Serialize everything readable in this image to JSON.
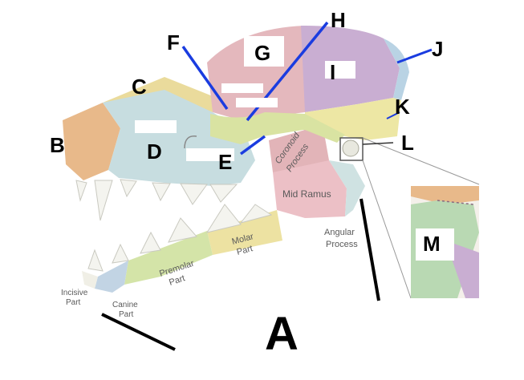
{
  "labels": {
    "b": "B",
    "c": "C",
    "d": "D",
    "e": "E",
    "f": "F",
    "g": "G",
    "h": "H",
    "i": "I",
    "j": "J",
    "k": "K",
    "l": "L",
    "m": "M",
    "a": "A"
  },
  "parts": {
    "coronoid_line1": "Coronoid",
    "coronoid_line2": "Process",
    "mid_ramus": "Mid Ramus",
    "angular_line1": "Angular",
    "angular_line2": "Process",
    "molar_line1": "Molar",
    "molar_line2": "Part",
    "premolar_line1": "Premolar",
    "premolar_line2": "Part",
    "incisive_line1": "Incisive",
    "incisive_line2": "Part",
    "canine_line1": "Canine",
    "canine_line2": "Part"
  }
}
